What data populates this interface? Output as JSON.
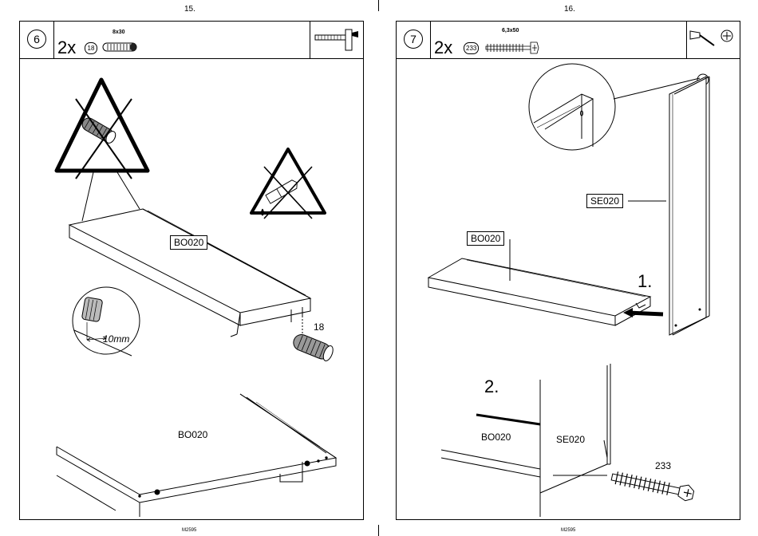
{
  "left_page": {
    "page_number": "15.",
    "step": "6",
    "quantity": "2x",
    "part_number": "18",
    "part_size": "8x30",
    "board_label_top": "BO020",
    "measurement": "10mm",
    "dowel_callout": "18",
    "board_label_bottom": "BO020",
    "footer_code": "M2595"
  },
  "right_page": {
    "page_number": "16.",
    "step": "7",
    "quantity": "2x",
    "part_number": "233",
    "part_size": "6,3x50",
    "side_label": "SE020",
    "board_label": "BO020",
    "step_one": "1.",
    "step_two": "2.",
    "detail_board_label": "BO020",
    "detail_side_label": "SE020",
    "screw_callout": "233",
    "footer_code": "M2595"
  },
  "icons": [
    "hammer-icon",
    "screwdriver-icon",
    "phillips-head-icon",
    "no-hammer-warning-icon",
    "no-glue-warning-icon"
  ]
}
